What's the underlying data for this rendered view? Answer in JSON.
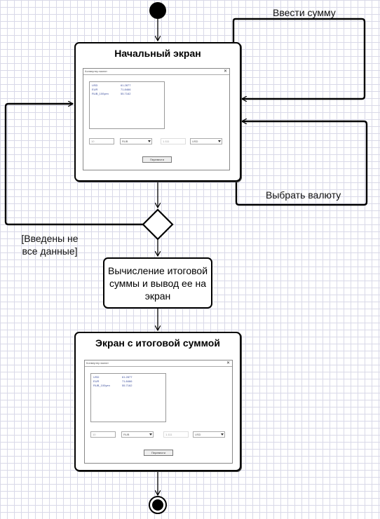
{
  "nodes": {
    "start_screen": {
      "title": "Начальный экран"
    },
    "result_screen": {
      "title": "Экран с итоговой суммой"
    },
    "compute_action": {
      "label": "Вычисление итоговой суммы и вывод ее на экран"
    }
  },
  "edges": {
    "enter_amount": "Ввести сумму",
    "choose_currency": "Выбрать валюту",
    "guard_incomplete": "[Введены не все данные]"
  },
  "colors": {
    "stroke": "#000000",
    "grid": "#d9d9e8"
  }
}
